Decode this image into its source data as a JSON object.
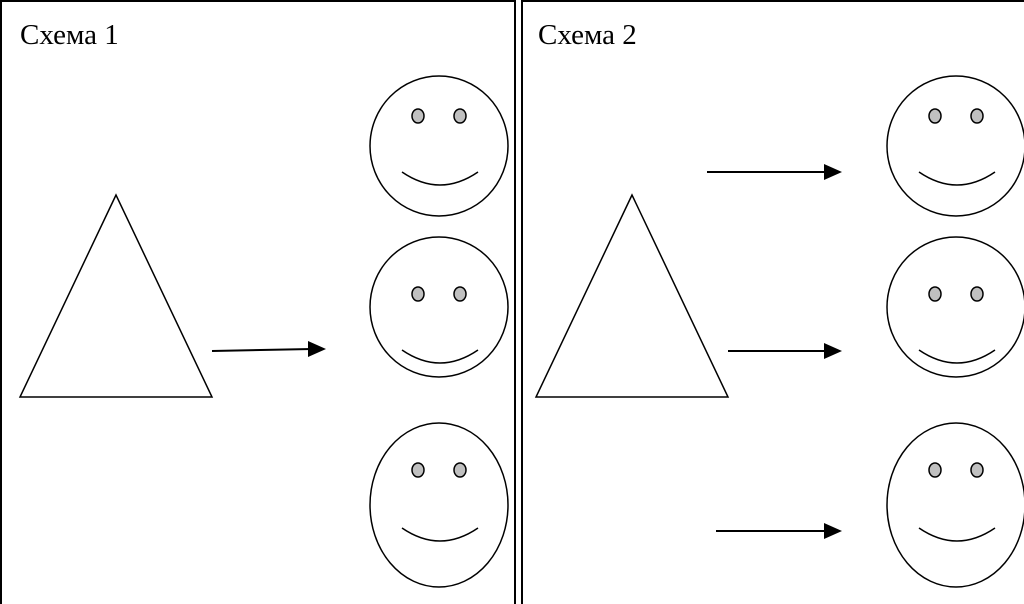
{
  "scheme_1": {
    "title": "Схема 1",
    "shape": "triangle-icon",
    "arrows": 1,
    "faces": 3,
    "face_icon": "smiley-face-icon"
  },
  "scheme_2": {
    "title": "Схема 2",
    "shape": "triangle-icon",
    "arrows": 3,
    "faces": 3,
    "face_icon": "smiley-face-icon"
  },
  "colors": {
    "stroke": "#000000",
    "eye_fill": "#c0c0c0",
    "background": "#ffffff"
  }
}
